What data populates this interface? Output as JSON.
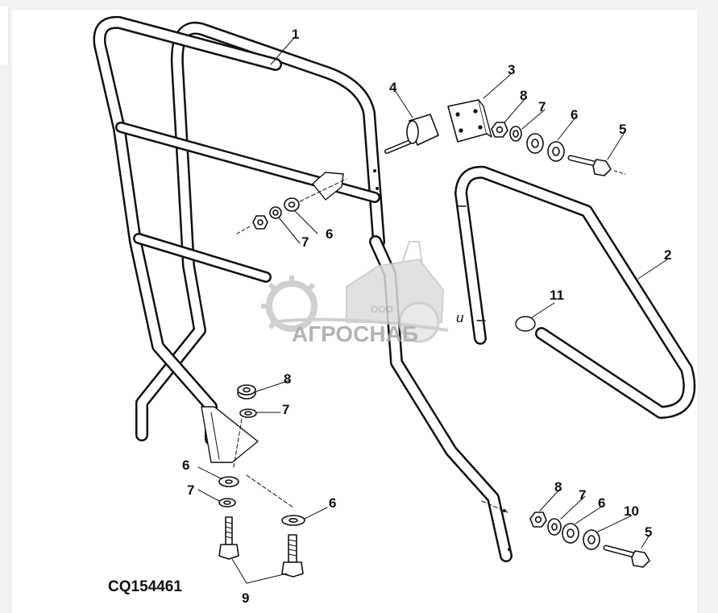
{
  "diagram": {
    "drawing_code": "CQ154461",
    "callouts": [
      {
        "id": "c1",
        "text": "1"
      },
      {
        "id": "c2",
        "text": "2"
      },
      {
        "id": "c3",
        "text": "3"
      },
      {
        "id": "c4",
        "text": "4"
      },
      {
        "id": "c5a",
        "text": "5"
      },
      {
        "id": "c5b",
        "text": "5"
      },
      {
        "id": "c6a",
        "text": "6"
      },
      {
        "id": "c6b",
        "text": "6"
      },
      {
        "id": "c6c",
        "text": "6"
      },
      {
        "id": "c6d",
        "text": "6"
      },
      {
        "id": "c6e",
        "text": "6"
      },
      {
        "id": "c7a",
        "text": "7"
      },
      {
        "id": "c7b",
        "text": "7"
      },
      {
        "id": "c7c",
        "text": "7"
      },
      {
        "id": "c7d",
        "text": "7"
      },
      {
        "id": "c7e",
        "text": "7"
      },
      {
        "id": "c8a",
        "text": "8"
      },
      {
        "id": "c8b",
        "text": "8"
      },
      {
        "id": "c8c",
        "text": "8"
      },
      {
        "id": "c9",
        "text": "9"
      },
      {
        "id": "c10",
        "text": "10"
      },
      {
        "id": "c11",
        "text": "11"
      },
      {
        "id": "cu",
        "text": "u"
      }
    ]
  },
  "watermark": {
    "company_prefix": "ООО",
    "company_name": "АГРОСНАБ",
    "logo_icon": "gear-tractor-logo-icon"
  },
  "colors": {
    "line": "#111111",
    "watermark": "#c8c8c8"
  }
}
